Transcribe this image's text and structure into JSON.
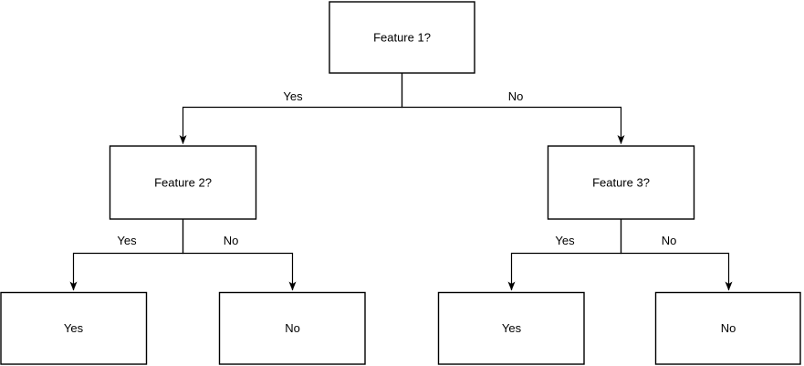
{
  "diagram": {
    "type": "decision-tree-flowchart",
    "colors": {
      "background": "#ffffff",
      "node_fill": "#ffffff",
      "stroke": "#000000",
      "text": "#000000"
    },
    "nodes": [
      {
        "id": "feature1",
        "label": "Feature 1?"
      },
      {
        "id": "feature2",
        "label": "Feature 2?"
      },
      {
        "id": "feature3",
        "label": "Feature 3?"
      },
      {
        "id": "leaf-left-yes",
        "label": "Yes"
      },
      {
        "id": "leaf-left-no",
        "label": "No"
      },
      {
        "id": "leaf-right-yes",
        "label": "Yes"
      },
      {
        "id": "leaf-right-no",
        "label": "No"
      }
    ],
    "edges": [
      {
        "from": "feature1",
        "to": "feature2",
        "label": "Yes"
      },
      {
        "from": "feature1",
        "to": "feature3",
        "label": "No"
      },
      {
        "from": "feature2",
        "to": "leaf-left-yes",
        "label": "Yes"
      },
      {
        "from": "feature2",
        "to": "leaf-left-no",
        "label": "No"
      },
      {
        "from": "feature3",
        "to": "leaf-right-yes",
        "label": "Yes"
      },
      {
        "from": "feature3",
        "to": "leaf-right-no",
        "label": "No"
      }
    ]
  }
}
